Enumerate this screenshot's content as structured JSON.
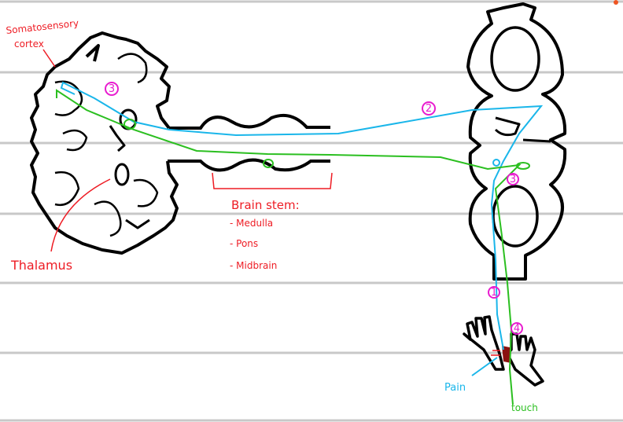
{
  "colors": {
    "paper_line": "#c8c8c8",
    "label": "#ee1c24",
    "step": "#e81ccf",
    "pain": "#1ab6ea",
    "touch": "#2bbf20",
    "outline": "#000000"
  },
  "labels": {
    "somatosensory_1": "Somatosensory",
    "somatosensory_2": "cortex",
    "thalamus": "Thalamus",
    "brainstem_title": "Brain stem:",
    "brainstem_items": [
      "- Medulla",
      "- Pons",
      "- Midbrain"
    ],
    "pain": "Pain",
    "touch": "touch"
  },
  "steps": [
    "1",
    "2",
    "3",
    "3",
    "4"
  ]
}
